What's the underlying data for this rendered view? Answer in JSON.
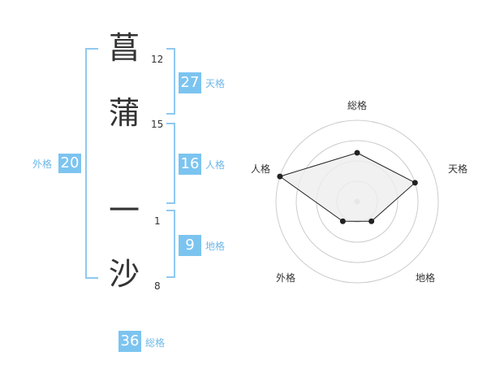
{
  "name": {
    "characters": [
      {
        "char": "菖",
        "strokes": "12"
      },
      {
        "char": "蒲",
        "strokes": "15"
      },
      {
        "char": "一",
        "strokes": "1"
      },
      {
        "char": "沙",
        "strokes": "8"
      }
    ]
  },
  "fortune": {
    "tenkaku": {
      "value": "27",
      "label": "天格"
    },
    "jinkaku": {
      "value": "16",
      "label": "人格"
    },
    "chikaku": {
      "value": "9",
      "label": "地格"
    },
    "gaikaku": {
      "value": "20",
      "label": "外格"
    },
    "soukaku": {
      "value": "36",
      "label": "総格"
    }
  },
  "radar": {
    "axes": [
      "総格",
      "天格",
      "地格",
      "外格",
      "人格"
    ],
    "values": [
      0.6,
      0.75,
      0.3,
      0.3,
      1.0
    ],
    "max": 1.0,
    "rings": 4,
    "fill_color": "#eeeeee",
    "line_color": "#222222",
    "ring_color": "#cccccc"
  },
  "colors": {
    "accent": "#7cc4f0",
    "accent_text": "#6fb8e8"
  }
}
